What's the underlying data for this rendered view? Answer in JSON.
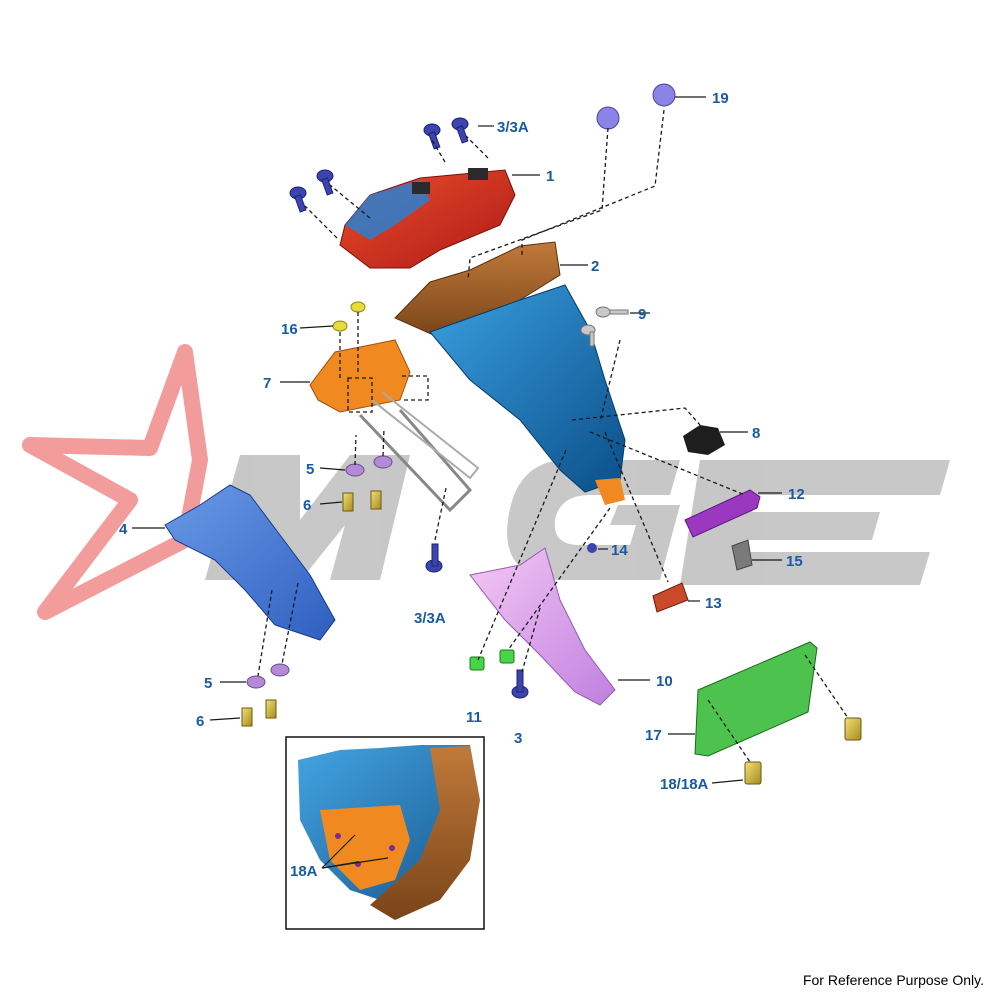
{
  "watermark": {
    "letters": "MGE",
    "star_color": "#e84a4a",
    "text_color": "#9a9a9a"
  },
  "colors": {
    "callout": "#1a5aa0"
  },
  "callouts": {
    "c1": "1",
    "c2": "2",
    "c3a": "3/3A",
    "c3b": "3/3A",
    "c3c": "3",
    "c4": "4",
    "c5a": "5",
    "c5b": "5",
    "c6a": "6",
    "c6b": "6",
    "c7": "7",
    "c8": "8",
    "c9": "9",
    "c10": "10",
    "c11": "11",
    "c12": "12",
    "c13": "13",
    "c14": "14",
    "c15": "15",
    "c16": "16",
    "c17": "17",
    "c18": "18/18A",
    "c19": "19",
    "c18a": "18A"
  },
  "footer": {
    "note": "For Reference Purpose Only."
  }
}
